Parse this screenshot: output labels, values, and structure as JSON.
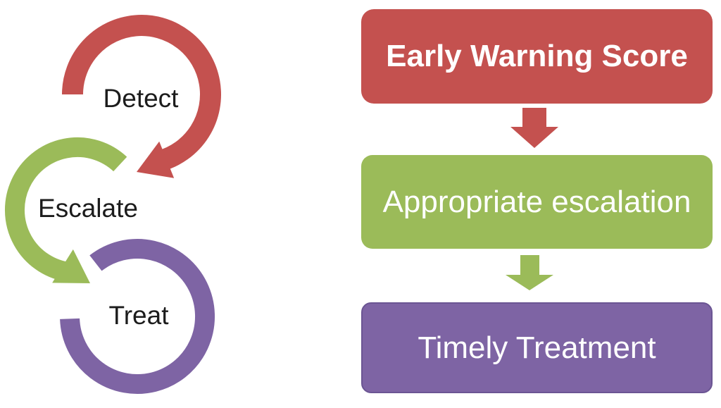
{
  "colors": {
    "red": "#c4514f",
    "green": "#9bbb59",
    "purple": "#7e64a4",
    "purple_border": "#6b5593",
    "label_text": "#1c1c1c",
    "box_text": "#ffffff",
    "background": "#ffffff"
  },
  "cycle": {
    "items": [
      {
        "label": "Detect",
        "color": "#c4514f"
      },
      {
        "label": "Escalate",
        "color": "#9bbb59"
      },
      {
        "label": "Treat",
        "color": "#7e64a4"
      }
    ]
  },
  "flow": {
    "items": [
      {
        "label": "Early Warning Score",
        "color": "#c4514f",
        "weight": "bold"
      },
      {
        "label": "Appropriate escalation",
        "color": "#9bbb59",
        "weight": "normal"
      },
      {
        "label": "Timely Treatment",
        "color": "#7e64a4",
        "weight": "normal"
      }
    ]
  }
}
